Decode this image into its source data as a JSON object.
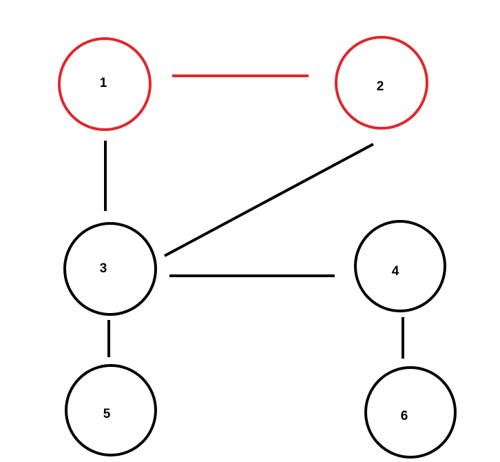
{
  "colors": {
    "highlight": "#e0262b",
    "default": "#000000",
    "background": "#ffffff"
  },
  "nodes": [
    {
      "id": "1",
      "label": "1",
      "highlighted": true
    },
    {
      "id": "2",
      "label": "2",
      "highlighted": true
    },
    {
      "id": "3",
      "label": "3",
      "highlighted": false
    },
    {
      "id": "4",
      "label": "4",
      "highlighted": false
    },
    {
      "id": "5",
      "label": "5",
      "highlighted": false
    },
    {
      "id": "6",
      "label": "6",
      "highlighted": false
    }
  ],
  "edges": [
    {
      "from": "1",
      "to": "2",
      "highlighted": true
    },
    {
      "from": "1",
      "to": "3",
      "highlighted": false
    },
    {
      "from": "2",
      "to": "3",
      "highlighted": false
    },
    {
      "from": "3",
      "to": "4",
      "highlighted": false
    },
    {
      "from": "3",
      "to": "5",
      "highlighted": false
    },
    {
      "from": "4",
      "to": "6",
      "highlighted": false
    }
  ]
}
